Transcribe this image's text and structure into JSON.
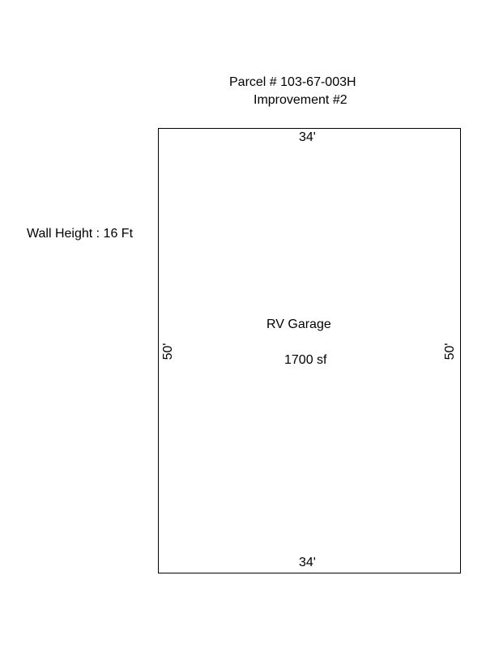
{
  "header": {
    "parcel": "Parcel # 103-67-003H",
    "improvement": "Improvement #2"
  },
  "wall_height": "Wall Height : 16 Ft",
  "building": {
    "label": "RV Garage",
    "area": "1700 sf",
    "dimensions": {
      "top": "34'",
      "bottom": "34'",
      "left": "50'",
      "right": "50'"
    }
  }
}
